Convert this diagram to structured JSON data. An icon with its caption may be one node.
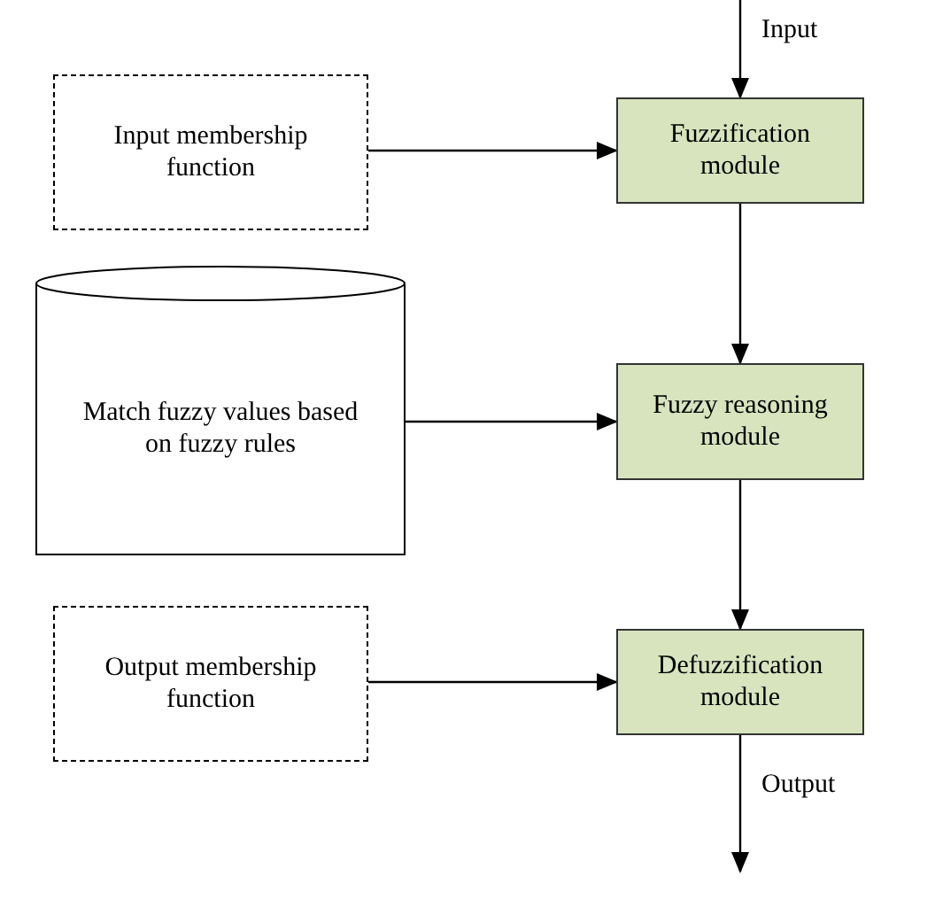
{
  "diagram": {
    "nodes": [
      {
        "text": [
          "Input membership function"
        ]
      },
      {
        "text": [
          "Fuzzification module"
        ]
      },
      {
        "text": [
          "Match fuzzy values based on fuzzy rules"
        ]
      },
      {
        "text": [
          "Fuzzy reasoning module"
        ]
      },
      {
        "text": [
          "Output membership function"
        ]
      },
      {
        "text": [
          "Defuzzification module"
        ]
      }
    ],
    "edges": [
      {
        "from": null,
        "to": 1,
        "arrow": "to",
        "label": "Input"
      },
      {
        "from": 0,
        "to": 1,
        "arrow": "to"
      },
      {
        "from": 1,
        "to": 3,
        "arrow": "to"
      },
      {
        "from": 2,
        "to": 3,
        "arrow": "to"
      },
      {
        "from": 3,
        "to": 5,
        "arrow": "to"
      },
      {
        "from": 4,
        "to": 5,
        "arrow": "to"
      },
      {
        "from": 5,
        "to": null,
        "arrow": "to",
        "label": "Output"
      }
    ]
  }
}
